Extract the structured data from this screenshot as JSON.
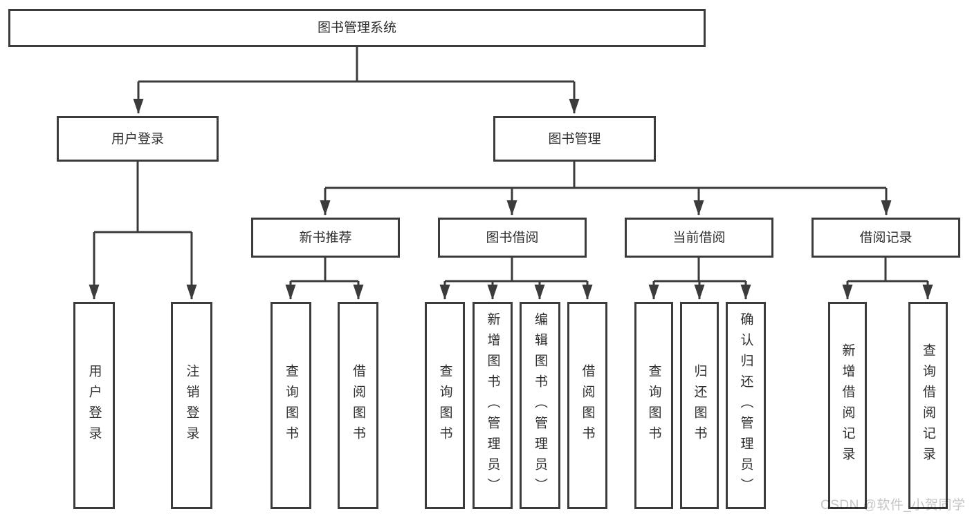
{
  "colors": {
    "line": "#3b3b3b",
    "text": "#2d2d2d",
    "box_bg": "#ffffff",
    "page_bg": "#ffffff",
    "watermark": "#c6c6c6"
  },
  "nodes": {
    "root": {
      "label": "图书管理系统"
    },
    "user_login": {
      "label": "用户登录"
    },
    "book_mgmt": {
      "label": "图书管理"
    },
    "ul_login": {
      "label": "用户登录"
    },
    "ul_logout": {
      "label": "注销登录"
    },
    "new_book_rec": {
      "label": "新书推荐"
    },
    "book_borrow": {
      "label": "图书借阅"
    },
    "current_borrow": {
      "label": "当前借阅"
    },
    "borrow_record": {
      "label": "借阅记录"
    },
    "nbr_query_books": {
      "label": "查询图书"
    },
    "nbr_borrow_books": {
      "label": "借阅图书"
    },
    "bb_query_books": {
      "label": "查询图书"
    },
    "bb_add_books": {
      "label": "新增图书（管理员）"
    },
    "bb_edit_books": {
      "label": "编辑图书（管理员）"
    },
    "bb_borrow_books": {
      "label": "借阅图书"
    },
    "cb_query_books": {
      "label": "查询图书"
    },
    "cb_return_books": {
      "label": "归还图书"
    },
    "cb_confirm_return": {
      "label": "确认归还（管理员）"
    },
    "br_add_record": {
      "label": "新增借阅记录"
    },
    "br_query_record": {
      "label": "查询借阅记录"
    }
  },
  "watermark": {
    "text": "CSDN @软件_小贺同学"
  }
}
